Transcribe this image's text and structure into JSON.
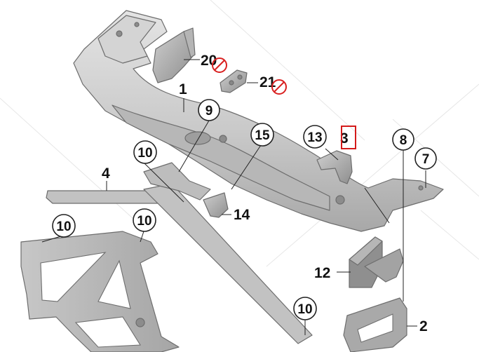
{
  "colors": {
    "part_fill_light": "#d9d9d9",
    "part_fill_mid": "#bdbdbd",
    "part_fill_dark": "#9a9a9a",
    "outline": "#6d6d6d",
    "label": "#111111",
    "not_available_mark": "#d92020",
    "highlight_box": "#d41a1a"
  },
  "labels": {
    "p1": "1",
    "p2": "2",
    "p3": "3",
    "p4": "4",
    "p7": "7",
    "p8": "8",
    "p9": "9",
    "p10_a": "10",
    "p10_b": "10",
    "p10_c": "10",
    "p10_d": "10",
    "p12": "12",
    "p13": "13",
    "p14": "14",
    "p15": "15",
    "p20": "20",
    "p21": "21"
  },
  "icons": {
    "not_available": "prohibited-circle-icon"
  }
}
